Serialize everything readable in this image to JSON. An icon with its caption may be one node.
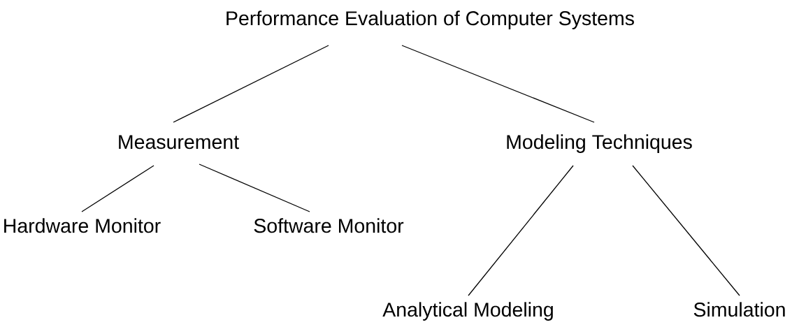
{
  "diagram": {
    "nodes": [
      {
        "text": [
          "Performance Evaluation of Computer Systems"
        ]
      },
      {
        "text": [
          "Measurement"
        ]
      },
      {
        "text": [
          "Modeling Techniques"
        ]
      },
      {
        "text": [
          "Hardware Monitor"
        ]
      },
      {
        "text": [
          "Software Monitor"
        ]
      },
      {
        "text": [
          "Analytical Modeling"
        ]
      },
      {
        "text": [
          "Simulation"
        ]
      }
    ],
    "edges": [
      {
        "from": 0,
        "to": 1,
        "arrow": "none"
      },
      {
        "from": 0,
        "to": 2,
        "arrow": "none"
      },
      {
        "from": 1,
        "to": 3,
        "arrow": "none"
      },
      {
        "from": 1,
        "to": 4,
        "arrow": "none"
      },
      {
        "from": 2,
        "to": 5,
        "arrow": "none"
      },
      {
        "from": 2,
        "to": 6,
        "arrow": "none"
      }
    ]
  }
}
